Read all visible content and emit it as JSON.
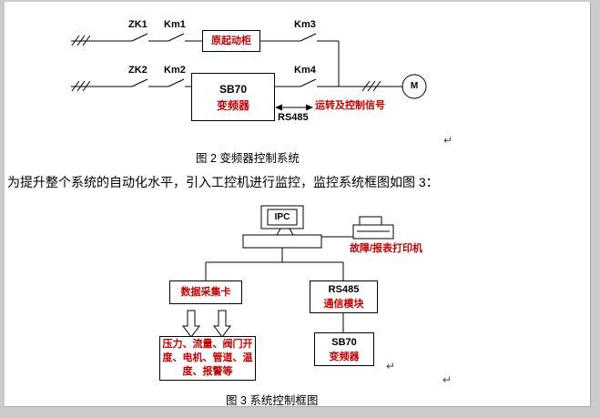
{
  "document": {
    "paragraph": "为提升整个系统的自动化水平，引入工控机进行监控，监控系统框图如图 3：",
    "linebreak_mark": "↵"
  },
  "figure2": {
    "caption": "图 2 变频器控制系统",
    "switch_labels": {
      "zk1": "ZK1",
      "km1": "Km1",
      "km3": "Km3",
      "zk2": "ZK2",
      "km2": "Km2",
      "km4": "Km4"
    },
    "starter_box": "原起动柜",
    "inverter_box": {
      "line1": "SB70",
      "line2": "变频器"
    },
    "motor": "M",
    "bus_label": "RS485",
    "signal_label": "运转及控制信号"
  },
  "figure3": {
    "caption": "图 3  系统控制框图",
    "ipc": "IPC",
    "printer_label": "故障/报表打印机",
    "daq_box": "数据采集卡",
    "comm_box": {
      "line1": "RS485",
      "line2": "通信模块"
    },
    "sensor_box": {
      "line1": "压力、流量、阀门开",
      "line2": "度、电机、管道、温",
      "line3": "度、报警等"
    },
    "inverter_box": {
      "line1": "SB70",
      "line2": "变频器"
    }
  },
  "colors": {
    "accent_red": "#c00000",
    "page_bg": "#ffffff",
    "desk_bg": "#cbcbcb"
  }
}
